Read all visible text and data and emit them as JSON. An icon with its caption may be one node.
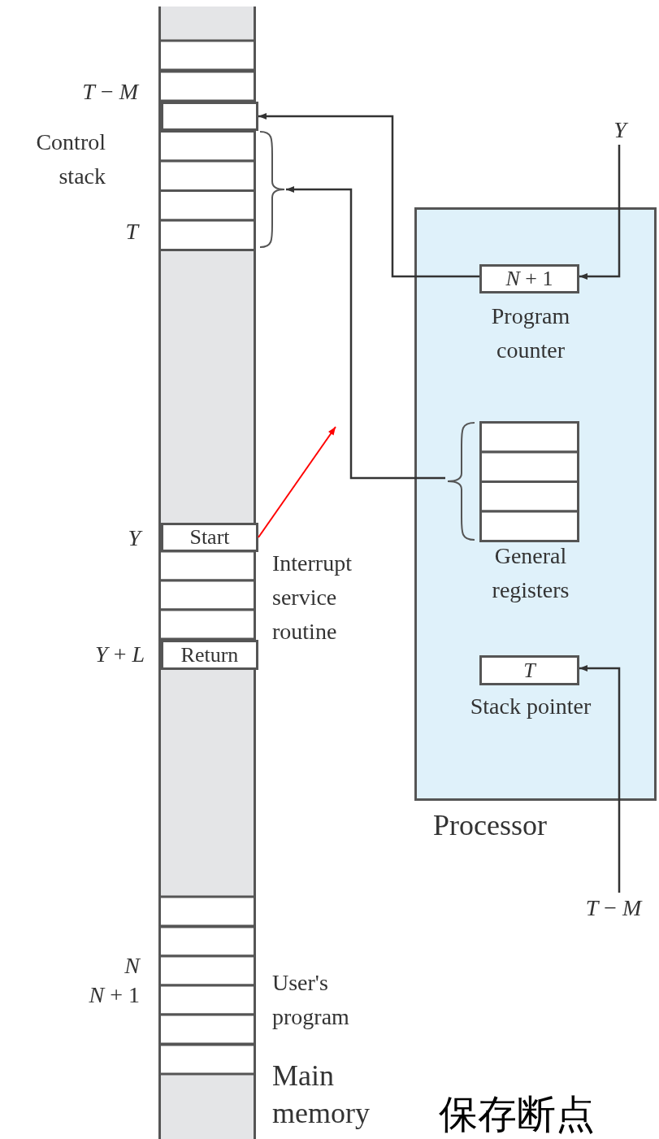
{
  "diagram": {
    "nodes": [
      {
        "text": [],
        "shape": "bar",
        "beside": [
          "Main memory"
        ]
      },
      {
        "text": [],
        "shape": "box",
        "in": 0
      },
      {
        "text": [],
        "shape": "box"
      },
      {
        "text": [
          "Start"
        ],
        "in": 0,
        "beside": [
          "Y"
        ]
      },
      {
        "text": [
          "Return"
        ],
        "in": 0,
        "beside": [
          "*Y* + *L*"
        ]
      },
      {
        "text": [
          "Processor"
        ]
      },
      {
        "text": [
          "*N* + 1"
        ],
        "in": 5,
        "beside": [
          "Program counter"
        ]
      },
      {
        "text": [],
        "shape": "box",
        "in": 5,
        "beside": [
          "General registers"
        ]
      },
      {
        "text": [
          "T"
        ],
        "in": 5,
        "beside": [
          "Stack pointer"
        ]
      },
      {
        "text": [
          "Y"
        ]
      },
      {
        "text": [
          "*T* − *M*"
        ]
      }
    ],
    "edges": [
      {
        "from": 6,
        "to": 1,
        "arrow": "to"
      },
      {
        "from": 7,
        "to": 2,
        "arrow": "to"
      },
      {
        "from": 9,
        "to": 6,
        "arrow": "to"
      },
      {
        "from": 10,
        "to": 8,
        "arrow": "to"
      },
      {
        "from": 3,
        "to": null,
        "arrow": "to",
        "color": "#ff0000"
      }
    ],
    "labels": [
      "*T* − *M*",
      "Control stack",
      "T",
      "Interrupt service routine",
      "N",
      "*N* + 1",
      "User's program",
      "保存断点"
    ]
  }
}
